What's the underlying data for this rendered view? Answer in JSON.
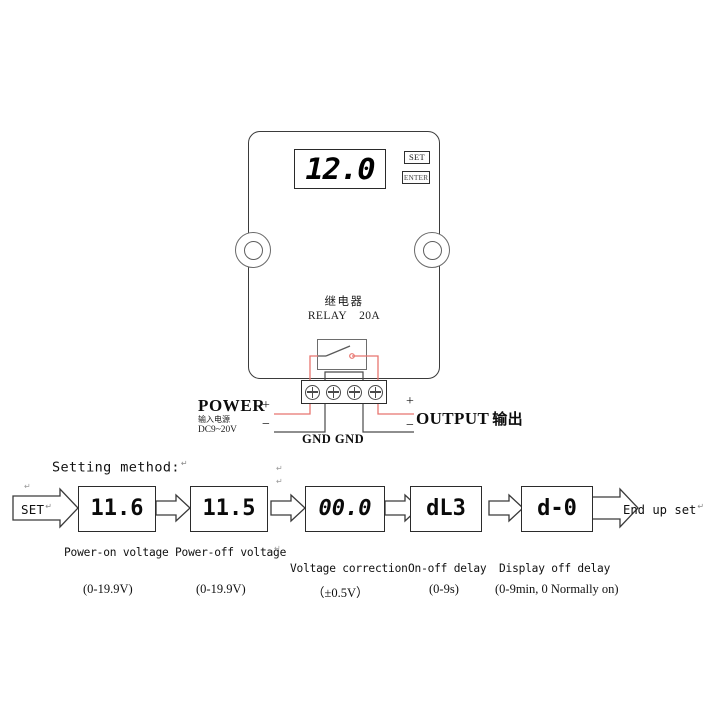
{
  "device": {
    "display_value": "12.0",
    "buttons": {
      "set": "SET",
      "enter": "ENTER"
    },
    "relay": {
      "label_cn": "继电器",
      "label_en": "RELAY",
      "rating": "20A"
    }
  },
  "wiring": {
    "power": {
      "title": "POWER",
      "subtitle_cn": "输入电源",
      "spec": "DC9~20V",
      "plus": "+",
      "minus": "−"
    },
    "output": {
      "title": "OUTPUT",
      "title_cn": "输出",
      "plus": "+",
      "minus": "−"
    },
    "ground": "GND GND"
  },
  "setting": {
    "title": "Setting method:",
    "start_button": "SET",
    "end_label": "End up set",
    "steps": [
      {
        "value": "11.6",
        "caption": "Power-on voltage",
        "range": "(0-19.9V)"
      },
      {
        "value": "11.5",
        "caption": "Power-off voltage",
        "range": "(0-19.9V)"
      },
      {
        "value": "00.0",
        "caption": "Voltage correction",
        "range": "（±0.5V）"
      },
      {
        "value": "dL3",
        "caption": "On-off delay",
        "range": "(0-9s)"
      },
      {
        "value": "d-0",
        "caption": "Display off delay",
        "range": "(0-9min, 0 Normally on)"
      }
    ]
  },
  "marks": {
    "pilcrow": "↵"
  },
  "colors": {
    "wire_red": "#e8756f",
    "wire_dark": "#4a4a4a",
    "outline": "#2b2b2b"
  }
}
